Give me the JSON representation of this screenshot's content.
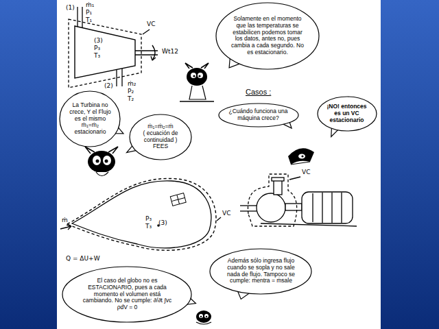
{
  "diagram": {
    "nodes": [
      {
        "text": [
          "(3)",
          "P₃",
          "T₃"
        ]
      },
      {
        "text": [
          "Solamente en el momento que las temperaturas se estabilicen podemos tomar los datos, antes no, pues cambia a cada segundo. No es estacionario."
        ]
      },
      {
        "text": [
          "La Turbina no crece, Y el Flujo es el mismo ṁ₁=ṁ₂ estacionario"
        ]
      },
      {
        "text": [
          "ṁ₁=ṁ₂=ṁ",
          "( ecuación de continuidad )",
          "FEES"
        ]
      },
      {
        "text": [
          "¿Cuándo funciona una máquina crece?"
        ]
      },
      {
        "text": [
          "¡NO! entonces es un VC estacionario"
        ]
      },
      {
        "text": [
          "P₃",
          "T₃",
          "(3)"
        ]
      },
      {
        "text": [
          "El caso del globo no es ESTACIONARIO, pues a cada momento el volumen está cambiando. No se cumple: ∂/∂t ∫vc ρdV = 0"
        ]
      },
      {
        "text": [
          "Además sólo ingresa flujo cuando se sopla y no sale nada de flujo. Tampoco se cumple: ṁentra = ṁsale"
        ]
      }
    ],
    "labels": [
      "(1)",
      "ṁ₁",
      "P₁",
      "T₁",
      "VC",
      "Ẇt12",
      "(2)",
      "ṁ₂",
      "P₂",
      "T₂",
      "Casos :",
      "VC",
      "ṁ",
      "VC",
      "Q = ΔU+W"
    ]
  }
}
